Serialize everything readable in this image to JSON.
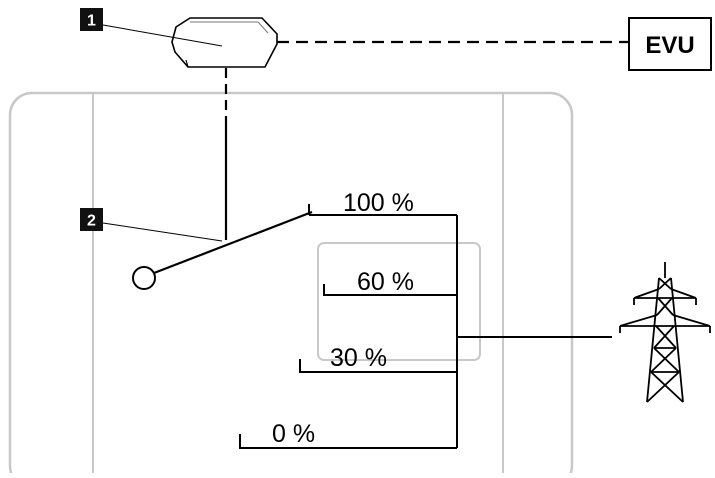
{
  "callouts": [
    {
      "number": "1"
    },
    {
      "number": "2"
    }
  ],
  "utility_label": "EVU",
  "switch_positions": [
    "100 %",
    "60 %",
    "30 %",
    "0 %"
  ],
  "icons": {
    "receiver": "ripple-control-receiver-icon",
    "pylon": "power-pylon-icon"
  },
  "colors": {
    "line": "#000000",
    "frame": "#c8c8c8",
    "badge": "#111111"
  }
}
